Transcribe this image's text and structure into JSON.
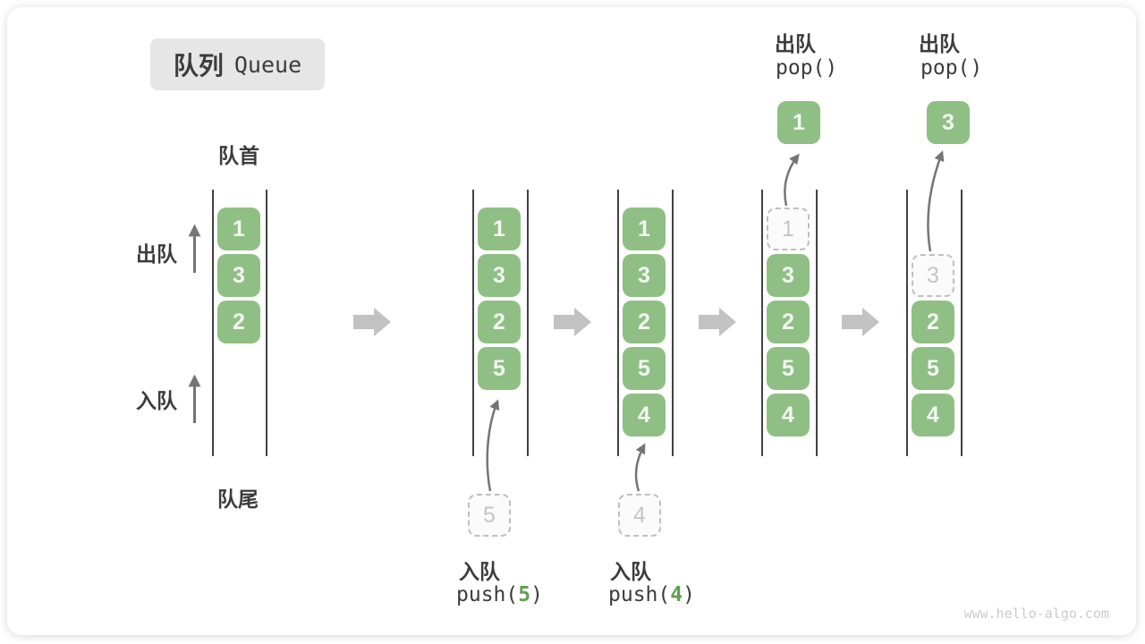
{
  "title": {
    "zh": "队列",
    "en": "Queue"
  },
  "side_labels": {
    "front": "队首",
    "rear": "队尾",
    "dequeue": "出队",
    "enqueue": "入队"
  },
  "pop_labels": [
    {
      "zh": "出队",
      "code": "pop()"
    },
    {
      "zh": "出队",
      "code": "pop()"
    }
  ],
  "push_labels": [
    {
      "zh": "入队",
      "code_prefix": "push(",
      "arg": "5",
      "code_suffix": ")"
    },
    {
      "zh": "入队",
      "code_prefix": "push(",
      "arg": "4",
      "code_suffix": ")"
    }
  ],
  "states": [
    {
      "cells": [
        "1",
        "3",
        "2"
      ]
    },
    {
      "cells": [
        "1",
        "3",
        "2",
        "5"
      ],
      "pending": "5"
    },
    {
      "cells": [
        "1",
        "3",
        "2",
        "5",
        "4"
      ],
      "pending": "4"
    },
    {
      "removed": "1",
      "cells": [
        "3",
        "2",
        "5",
        "4"
      ],
      "popped": "1"
    },
    {
      "removed": "3",
      "cells": [
        "2",
        "5",
        "4"
      ],
      "popped": "3"
    }
  ],
  "watermark": "www.hello-algo.com",
  "colors": {
    "green_box": "#8FBF84",
    "green_box_text": "#F4F8F2",
    "code_accent_green": "#5FA052",
    "text_dark": "#3C3C3C",
    "title_bg": "#E6E6E6",
    "dashed_border": "#BFBFBF",
    "dashed_text": "#C5C5C5",
    "dashed_bg": "#FBFBFB",
    "wall_line": "#424242",
    "block_arrow": "#C2C2C2",
    "thin_arrow": "#757575",
    "watermark": "#CBCBCB"
  }
}
